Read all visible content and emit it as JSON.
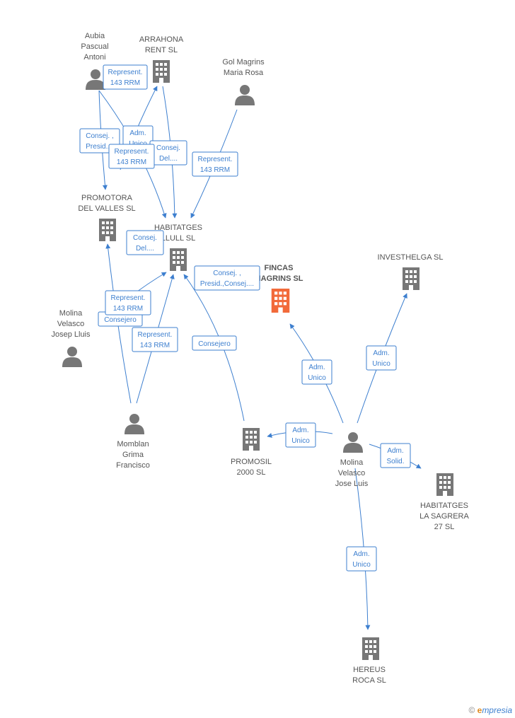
{
  "colors": {
    "edge": "#3d7fcf",
    "node": "#777777",
    "focus": "#f26a3a"
  },
  "nodes": [
    {
      "id": "aubia",
      "type": "person",
      "label": [
        "Aubia",
        "Pascual",
        "Antoni"
      ]
    },
    {
      "id": "arrahona",
      "type": "company",
      "label": [
        "ARRAHONA",
        "RENT SL"
      ]
    },
    {
      "id": "gol",
      "type": "person",
      "label": [
        "Gol Magrins",
        "Maria Rosa"
      ]
    },
    {
      "id": "promotora",
      "type": "company",
      "label": [
        "PROMOTORA",
        "DEL VALLES SL"
      ]
    },
    {
      "id": "habllull",
      "type": "company",
      "label": [
        "HABITATGES",
        "LLULL SL"
      ]
    },
    {
      "id": "fincas",
      "type": "company",
      "focus": true,
      "label": [
        "FINCAS",
        "MAGRINS SL"
      ]
    },
    {
      "id": "investhelga",
      "type": "company",
      "label": [
        "INVESTHELGA SL"
      ]
    },
    {
      "id": "josep",
      "type": "person",
      "label": [
        "Molina",
        "Velasco",
        "Josep Lluis"
      ]
    },
    {
      "id": "momblan",
      "type": "person",
      "label": [
        "Momblan",
        "Grima",
        "Francisco"
      ]
    },
    {
      "id": "promosil",
      "type": "company",
      "label": [
        "PROMOSIL",
        "2000 SL"
      ]
    },
    {
      "id": "joseluis",
      "type": "person",
      "label": [
        "Molina",
        "Velasco",
        "Jose Luis"
      ]
    },
    {
      "id": "sagrera",
      "type": "company",
      "label": [
        "HABITATGES",
        "LA SAGRERA",
        "27 SL"
      ]
    },
    {
      "id": "hereus",
      "type": "company",
      "label": [
        "HEREUS",
        "ROCA SL"
      ]
    }
  ],
  "edges": [
    {
      "id": "e1",
      "label": [
        "Represent.",
        "143 RRM"
      ]
    },
    {
      "id": "e2",
      "label": [
        "Consej. ,",
        "Presid...."
      ]
    },
    {
      "id": "e3",
      "label": [
        "Adm.",
        "Unico"
      ]
    },
    {
      "id": "e4",
      "label": [
        "Consej.",
        "Del...."
      ]
    },
    {
      "id": "e5",
      "label": [
        "Represent.",
        "143 RRM"
      ]
    },
    {
      "id": "e6",
      "label": [
        "Represent.",
        "143 RRM"
      ]
    },
    {
      "id": "e7",
      "label": [
        "Consej.",
        "Del...."
      ]
    },
    {
      "id": "e8",
      "label": [
        "Consej. ,",
        "Presid.,Consej...."
      ]
    },
    {
      "id": "e9",
      "label": [
        "Represent.",
        "143 RRM"
      ]
    },
    {
      "id": "e10",
      "label": [
        "Consejero"
      ]
    },
    {
      "id": "e11",
      "label": [
        "Represent.",
        "143 RRM"
      ]
    },
    {
      "id": "e12",
      "label": [
        "Consejero"
      ]
    },
    {
      "id": "e13",
      "label": [
        "Adm.",
        "Unico"
      ]
    },
    {
      "id": "e14",
      "label": [
        "Adm.",
        "Unico"
      ]
    },
    {
      "id": "e15",
      "label": [
        "Adm.",
        "Unico"
      ]
    },
    {
      "id": "e16",
      "label": [
        "Adm.",
        "Solid."
      ]
    },
    {
      "id": "e17",
      "label": [
        "Adm.",
        "Unico"
      ]
    }
  ],
  "copyright": {
    "symbol": "©",
    "brand_initial": "e",
    "brand_rest": "mpresia"
  }
}
